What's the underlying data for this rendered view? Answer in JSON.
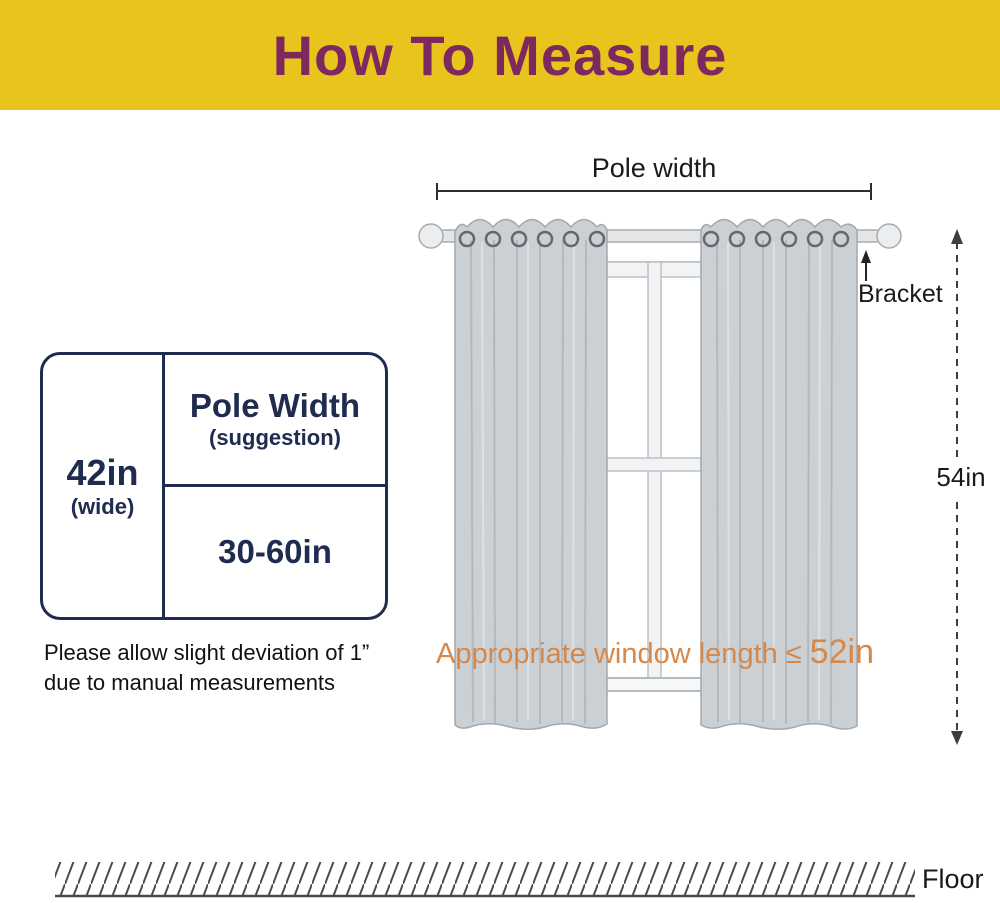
{
  "colors": {
    "header_bg": "#E9C41C",
    "header_text": "#7D2960",
    "navy": "#202B50",
    "orange_note": "#D6884A",
    "curtain_gray": "#CBD0D4"
  },
  "header": {
    "title": "How To Measure"
  },
  "diagram": {
    "pole_width_label": "Pole width",
    "bracket_label": "Bracket",
    "length_label": "54in",
    "window_note_prefix": "Appropriate window length ≤",
    "window_note_value": "52in",
    "floor_label": "Floor"
  },
  "spec_box": {
    "width_value": "42in",
    "width_note": "(wide)",
    "col_title": "Pole Width",
    "col_subtitle": "(suggestion)",
    "range": "30-60in"
  },
  "disclaimer": {
    "line1": "Please allow slight deviation of 1”",
    "line2": "due to manual measurements"
  }
}
